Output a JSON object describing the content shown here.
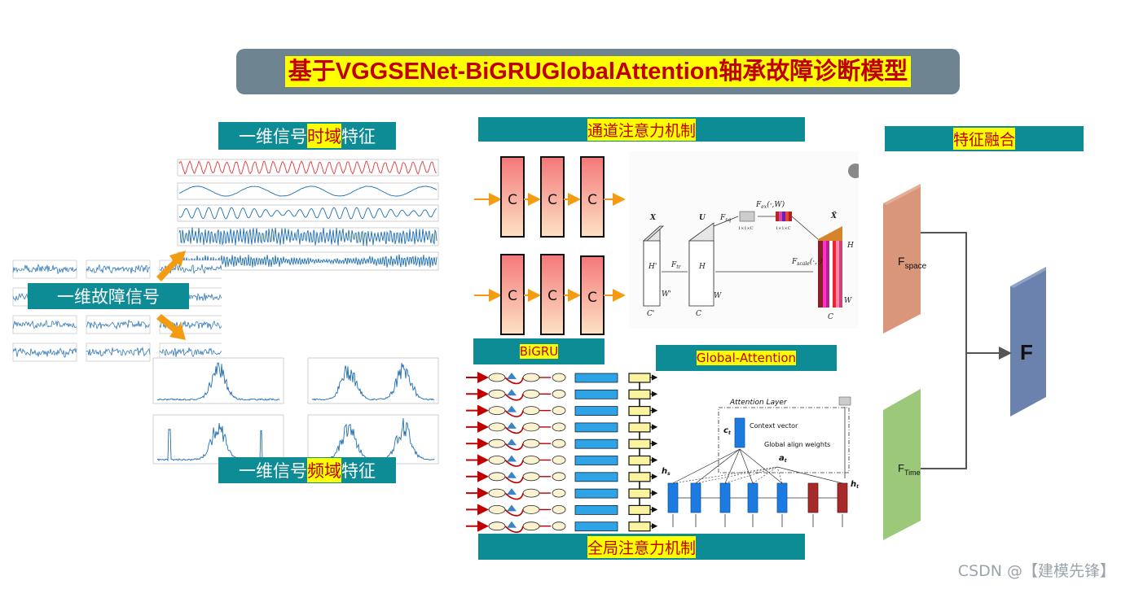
{
  "title": {
    "prefix": "基于",
    "model": "VGGSENet-BiGRUGlobalAttention",
    "suffix": "轴承故障诊断模型"
  },
  "left": {
    "time_label": {
      "pre": "一维信号",
      "hl": "时域",
      "post": "特征"
    },
    "freq_label": {
      "pre": "一维信号",
      "hl": "频域",
      "post": "特征"
    },
    "signal_label": "一维故障信号"
  },
  "channel_attention": {
    "label": "通道注意力机制",
    "block_text": "C",
    "diagram": {
      "X": "X",
      "U": "U",
      "X_tilde": "X̃",
      "F_tr": "F",
      "F_tr_sub": "tr",
      "F_sq": "F",
      "F_sq_sub": "sq",
      "F_ex": "F",
      "F_ex_sub": "ex",
      "F_ex_arg": "(·,W)",
      "F_scale": "F",
      "F_scale_sub": "scale",
      "F_scale_arg": "(·,·)",
      "dims_1x1C": "1×1×C",
      "H_prime": "H'",
      "W_prime": "W'",
      "C_prime": "C'",
      "H": "H",
      "W": "W",
      "C": "C"
    }
  },
  "bigru": {
    "label": "BiGRU",
    "rows": 10
  },
  "global_attention": {
    "label": "Global-Attention",
    "attention_layer": "Attention Layer",
    "context_vector": "Context vector",
    "align_weights": "Global align weights",
    "c_t": "c",
    "a_t": "a",
    "h_s": "h",
    "h_t": "h",
    "t_sub": "t",
    "s_sub": "s"
  },
  "global_label": "全局注意力机制",
  "fusion": {
    "label": "特征融合",
    "f_space": "F",
    "f_space_sub": "space",
    "f_time": "F",
    "f_time_sub": "Time",
    "f_out": "F"
  },
  "watermark": "CSDN @【建模先锋】",
  "colors": {
    "banner": "#6e8490",
    "label_bg": "#0e8c96",
    "highlight": "#ffff00",
    "highlight_text": "#c00000",
    "arrow_orange": "#f39c12",
    "wave_blue": "#1f6eb4",
    "wave_red": "#e5343a",
    "space_block": "#d9967a",
    "time_block": "#9cc87a",
    "out_block": "#6b82ae"
  }
}
